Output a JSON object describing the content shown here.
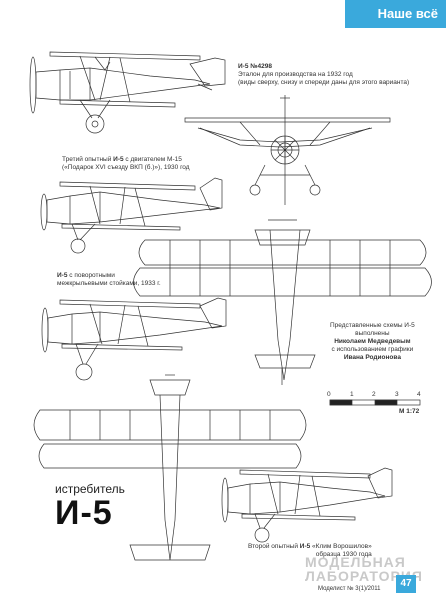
{
  "header": {
    "section_title": "Наше всё"
  },
  "captions": {
    "c1_title": "И-5 №4298",
    "c1_line1": "Эталон для производства на 1932 год",
    "c1_line2": "(виды сверху, снизу и спереди даны для этого варианта)",
    "c2_line1_pre": "Третий опытный ",
    "c2_line1_bold": "И-5",
    "c2_line1_post": " с двигателем М-15",
    "c2_line2": "(«Подарок XVI съезду ВКП (б.)»), 1930 год",
    "c3_bold": "И-5",
    "c3_line1_post": " с поворотными",
    "c3_line2": "межкрыльевыми стойками, 1933 г.",
    "c4_line1_pre": "Второй опытный ",
    "c4_line1_bold": "И-5",
    "c4_line1_post": " «Клим Ворошилов»",
    "c4_line2": "образца 1930 года"
  },
  "credits": {
    "line1": "Представленные схемы И-5",
    "line2": "выполнены",
    "name1": "Николаем Медведевым",
    "line3": "с использованием графики",
    "name2": "Ивана Родионова"
  },
  "scale": {
    "ticks": [
      "0",
      "1",
      "2",
      "3",
      "4"
    ],
    "ratio": "М 1:72"
  },
  "title_block": {
    "type_label": "истребитель",
    "model": "И-5"
  },
  "footer": {
    "issue": "Моделист № 3(1)/2011",
    "page_number": "47"
  },
  "watermark": {
    "line1": "МОДЕЛЬНАЯ",
    "line2": "ЛАБОРАТОРИЯ"
  }
}
